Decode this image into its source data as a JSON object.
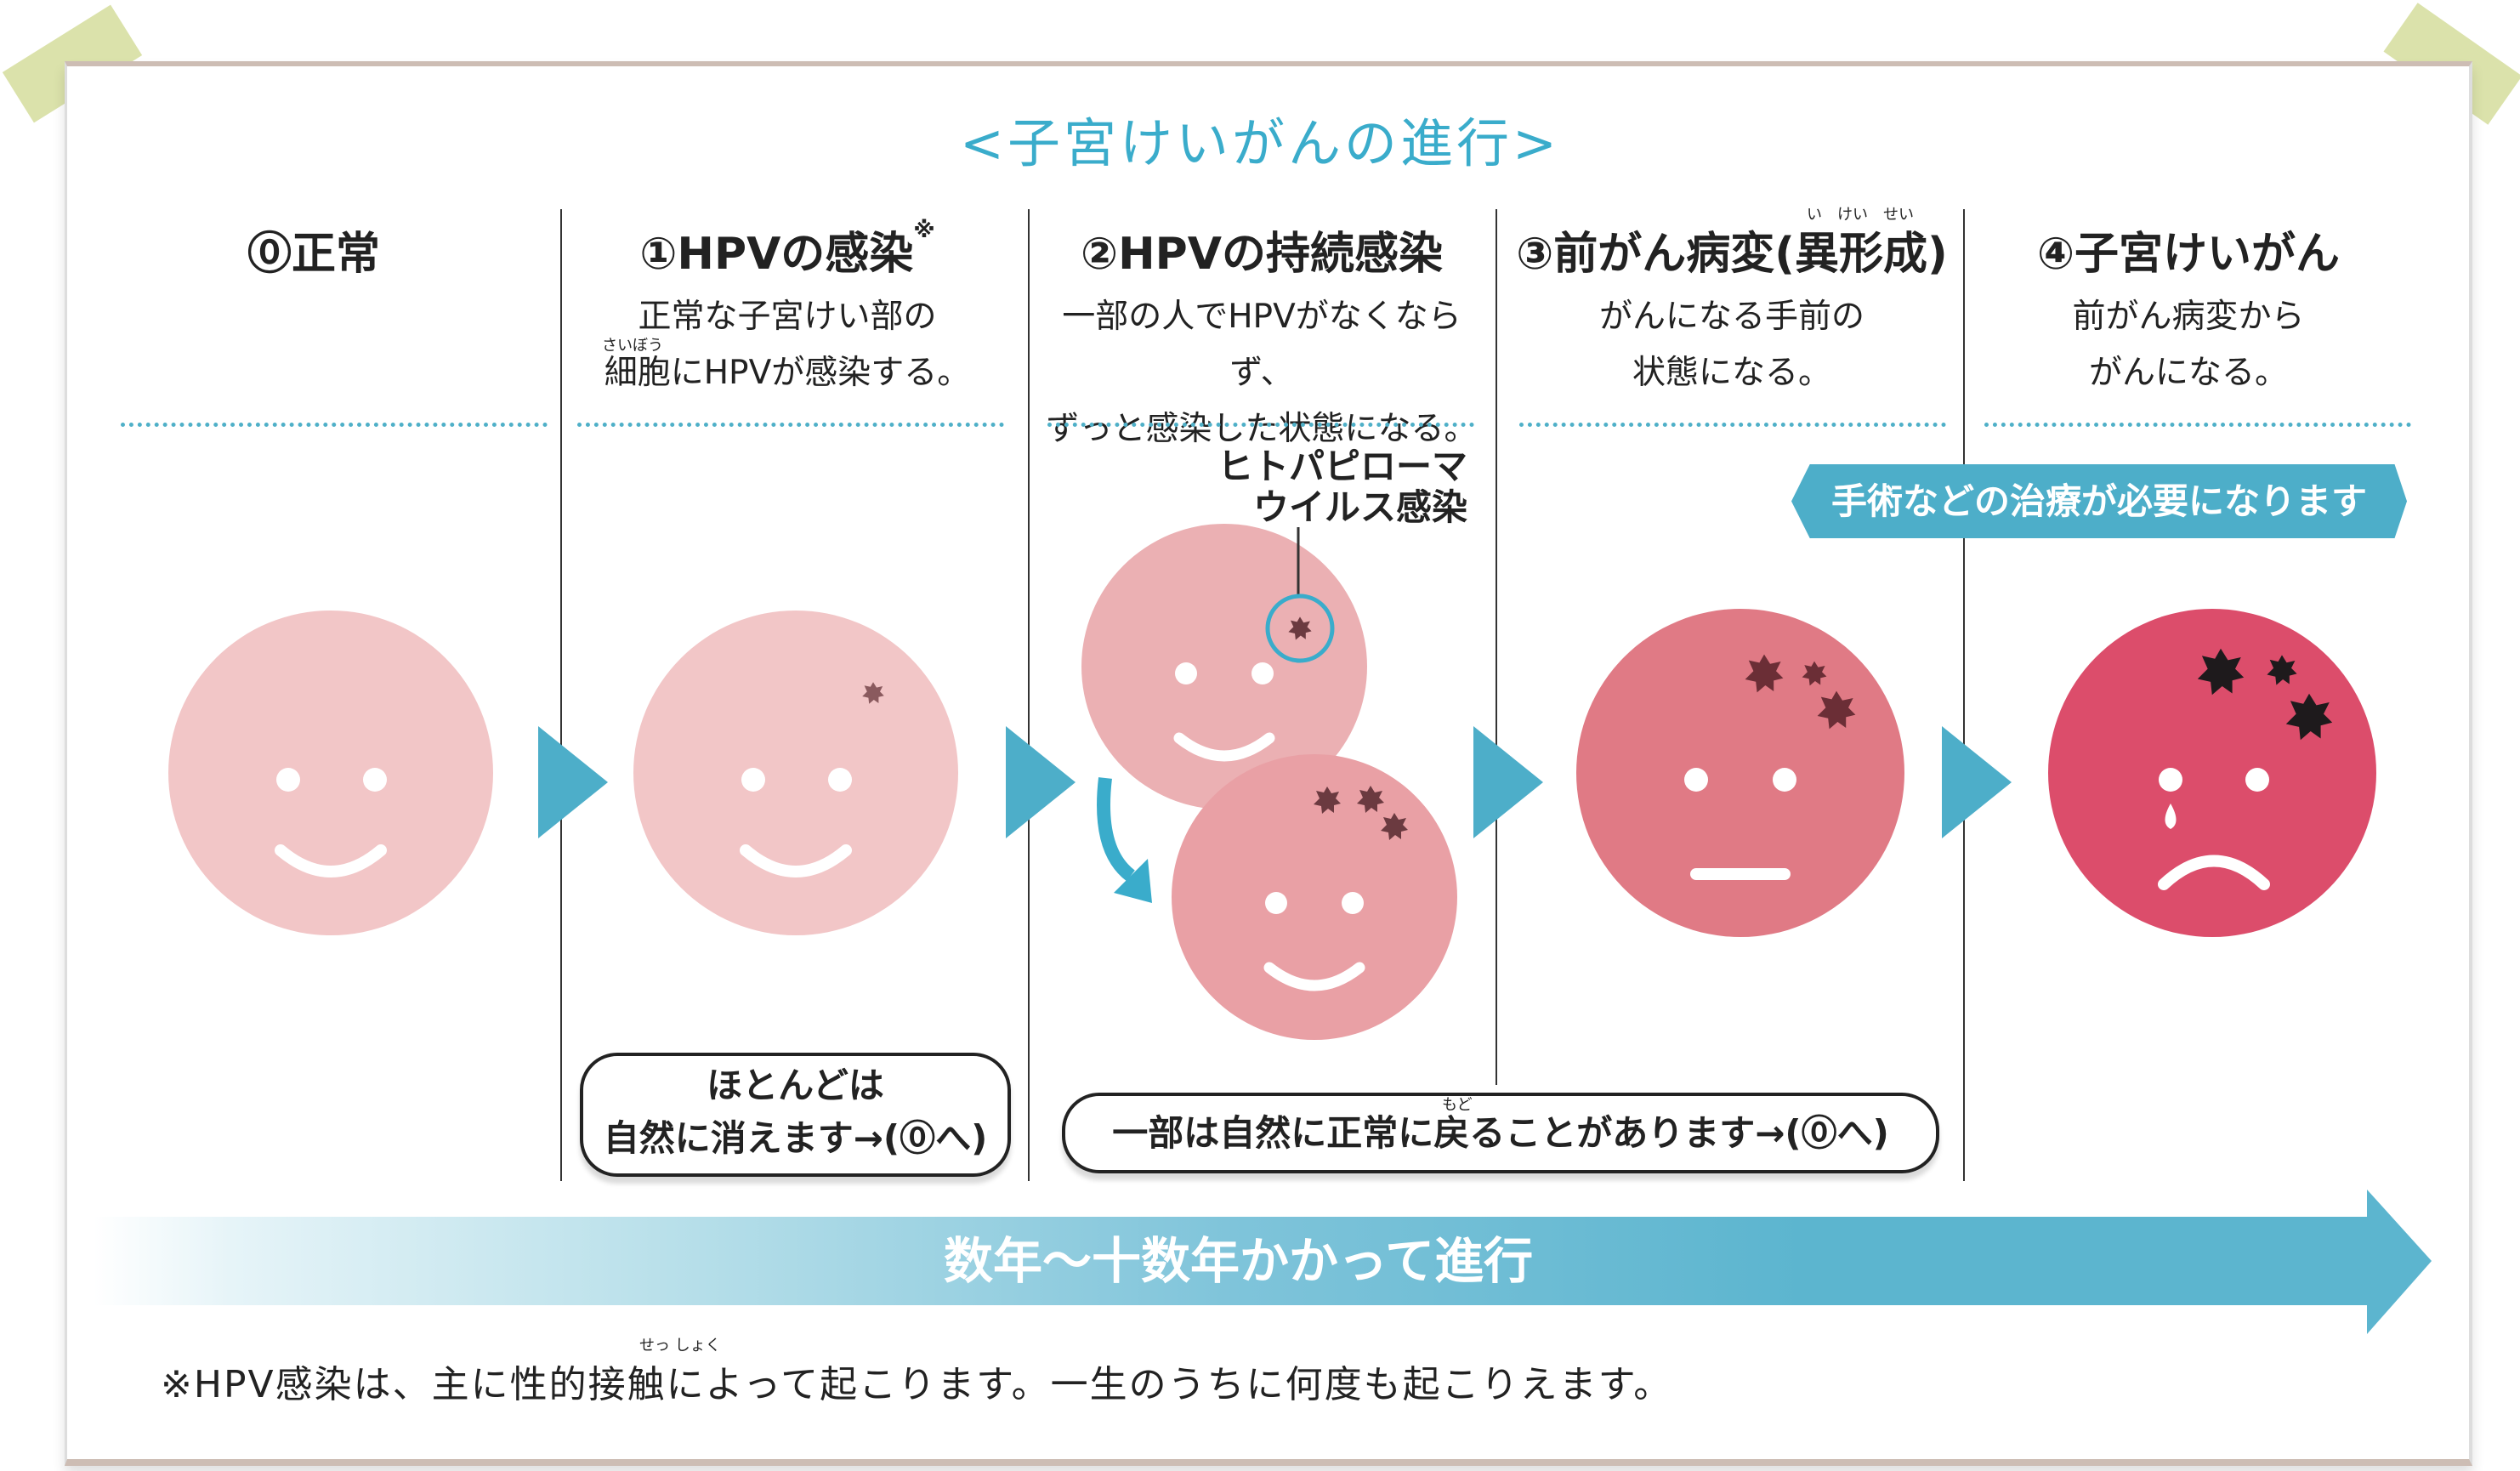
{
  "title": "<子宮けいがんの進行>",
  "columns": [
    {
      "heading": "⓪正常",
      "desc": [
        "",
        ""
      ]
    },
    {
      "heading": "①HPVの感染",
      "heading_mark": "※",
      "desc": [
        "正常な子宮けい部の",
        "細胞にHPVが感染する。"
      ],
      "ruby": "さいぼう"
    },
    {
      "heading": "②HPVの持続感染",
      "desc": [
        "一部の人でHPVがなくならず、",
        "ずっと感染した状態になる。"
      ]
    },
    {
      "heading": "③前がん病変(異形成)",
      "desc": [
        "がんになる手前の",
        "状態になる。"
      ],
      "ruby": "い　けい　せい"
    },
    {
      "heading": "④子宮けいがん",
      "desc": [
        "前がん病変から",
        "がんになる。"
      ]
    }
  ],
  "virus_label": [
    "ヒトパピローマ",
    "ウイルス感染"
  ],
  "treatment_banner": "手術などの治療が必要になります",
  "box1": [
    "ほとんどは",
    "自然に消えます→(⓪へ)"
  ],
  "box2": {
    "text": "一部は自然に正常に戻ることがあります→(⓪へ)",
    "ruby": "もど"
  },
  "progress_arrow": "数年〜十数年かかって進行",
  "footnote": {
    "text": "※HPV感染は、主に性的接触によって起こります。一生のうちに何度も起こりえます。",
    "ruby": "せっ しょく"
  },
  "colors": {
    "accent": "#4daec9",
    "face0": "#f2c6c7",
    "face2a": "#ebb0b3",
    "face2b": "#e9a0a5",
    "face3": "#e07a85",
    "face4": "#dc4d6b"
  }
}
